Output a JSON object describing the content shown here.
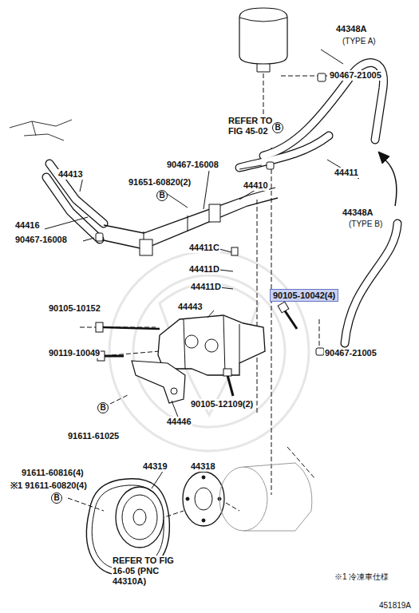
{
  "diagram": {
    "nodes": [
      {
        "text": [
          "B"
        ]
      },
      {
        "text": [
          "B"
        ]
      },
      {
        "text": [
          "90105-10042(4)"
        ]
      },
      {
        "text": [
          "B"
        ]
      },
      {
        "text": [
          "B"
        ]
      }
    ],
    "labels": [
      "44348A",
      "(TYPE A)",
      "90467-21005",
      "REFER TO FIG 45-02",
      "90467-16008",
      "44411",
      "44413",
      "91651-60820(2)",
      "44410",
      "44416",
      "90467-16008",
      "44411C",
      "44411D",
      "44411D",
      "44348A",
      "(TYPE B)",
      "90105-10152",
      "44443",
      "90119-10049",
      "90105-12109(2)",
      "90467-21005",
      "44446",
      "91611-61025",
      "44319",
      "44318",
      "91611-60816(4)",
      "※1 91611-60820(4)",
      "REFER TO FIG 16-05 (PNC 44310A)",
      "※1 冷凍車仕様",
      "451819A"
    ]
  }
}
